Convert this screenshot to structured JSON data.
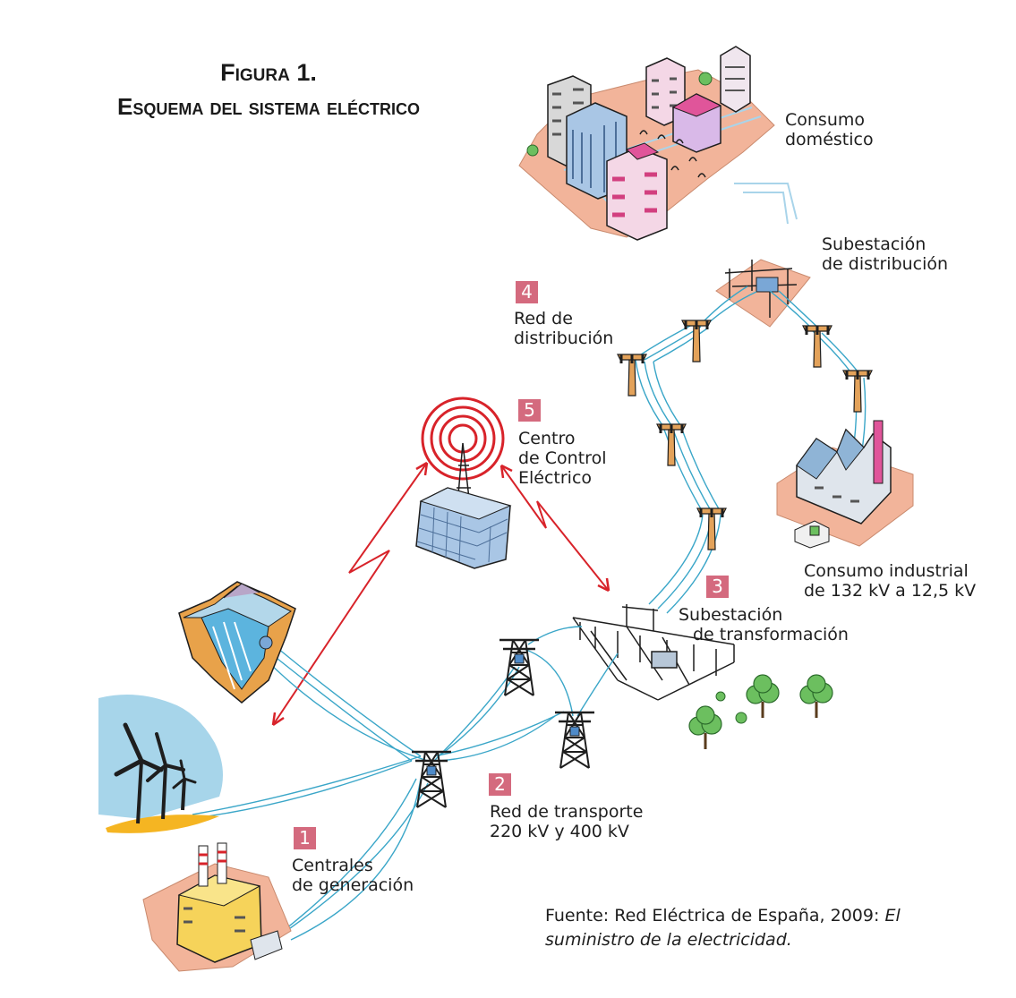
{
  "figure": {
    "label": "Figura 1.",
    "title": "Esquema del sistema eléctrico"
  },
  "labels": {
    "consumo_domestico": [
      "Consumo",
      "doméstico"
    ],
    "subestacion_distribucion": [
      "Subestación",
      "de distribución"
    ],
    "red_distribucion": [
      "Red de",
      "distribución"
    ],
    "centro_control": [
      "Centro",
      "de Control",
      "Eléctrico"
    ],
    "consumo_industrial": [
      "Consumo industrial",
      "de 132 kV a 12,5 kV"
    ],
    "subestacion_transformacion": [
      "Subestación",
      "de transformación"
    ],
    "red_transporte": [
      "Red de transporte",
      "220 kV y 400 kV"
    ],
    "centrales_generacion": [
      "Centrales",
      "de generación"
    ]
  },
  "numbers": {
    "centrales": "1",
    "transporte": "2",
    "transformacion": "3",
    "distribucion": "4",
    "control": "5"
  },
  "source": {
    "prefix": "Fuente: Red Eléctrica de España, 2009: ",
    "title": "El suministro de la electricidad."
  },
  "colors": {
    "badge": "#d46a7e",
    "power_line": "#3aa6c8",
    "signal": "#d8232a",
    "ground": "#f2b49a",
    "pylon_wood": "#e3a25a"
  },
  "icons": {
    "generation_plant": "factory-icon",
    "wind": "wind-turbine-icon",
    "dam": "hydro-dam-icon",
    "control": "antenna-icon",
    "transport": "pylon-icon",
    "industry": "industrial-plant-icon",
    "city": "buildings-icon"
  }
}
